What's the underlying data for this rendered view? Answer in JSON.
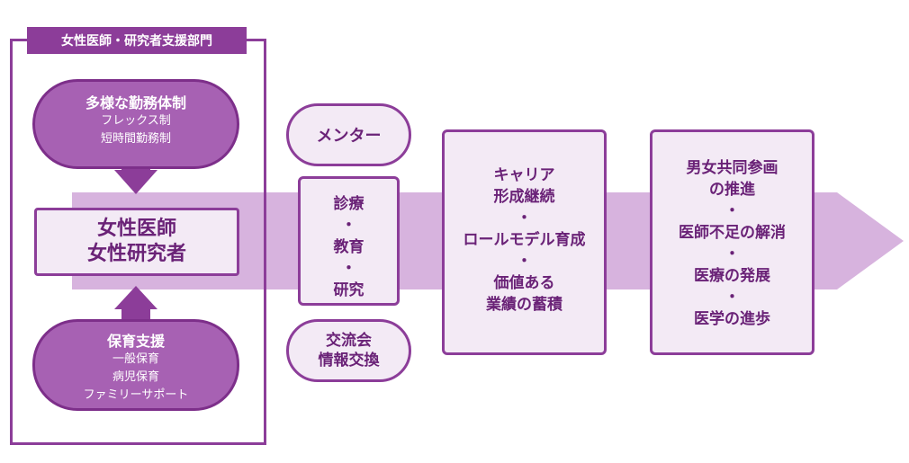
{
  "department": {
    "label": "女性医師・研究者支援部門"
  },
  "work_styles": {
    "title": "多様な勤務体制",
    "items": [
      "フレックス制",
      "短時間勤務制"
    ]
  },
  "core": {
    "line1": "女性医師",
    "line2": "女性研究者"
  },
  "childcare": {
    "title": "保育支援",
    "items": [
      "一般保育",
      "病児保育",
      "ファミリーサポート"
    ]
  },
  "mentor": {
    "label": "メンター"
  },
  "practice": {
    "items": [
      "診療",
      "教育",
      "研究"
    ],
    "separator": "・"
  },
  "exchange": {
    "line1": "交流会",
    "line2": "情報交換"
  },
  "career": {
    "separator": "・",
    "blocks": [
      [
        "キャリア",
        "形成継続"
      ],
      [
        "ロールモデル育成"
      ],
      [
        "価値ある",
        "業績の蓄積"
      ]
    ]
  },
  "goals": {
    "separator": "・",
    "blocks": [
      [
        "男女共同参画",
        "の推進"
      ],
      [
        "医師不足の解消"
      ],
      [
        "医療の発展"
      ],
      [
        "医学の進歩"
      ]
    ]
  },
  "colors": {
    "frame": "#8c3d99",
    "pill": "#a761b3",
    "arrow_band": "#d7b3de",
    "box_fill": "#f3eaf5"
  }
}
